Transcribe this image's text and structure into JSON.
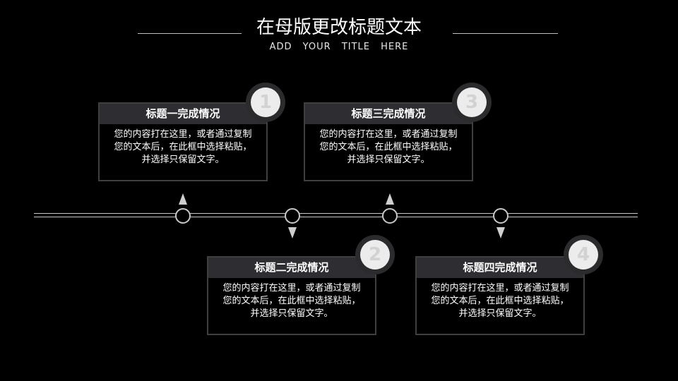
{
  "header": {
    "title": "在母版更改标题文本",
    "subtitle": "ADD YOUR TITLE HERE"
  },
  "cards": [
    {
      "title": "标题一完成情况",
      "number": "1",
      "body": [
        "您的内容打在这里，或者通过复制",
        "您的文本后，在此框中选择粘贴，",
        "并选择只保留文字。"
      ]
    },
    {
      "title": "标题二完成情况",
      "number": "2",
      "body": [
        "您的内容打在这里，或者通过复制",
        "您的文本后，在此框中选择粘贴，",
        "并选择只保留文字。"
      ]
    },
    {
      "title": "标题三完成情况",
      "number": "3",
      "body": [
        "您的内容打在这里，或者通过复制",
        "您的文本后，在此框中选择粘贴，",
        "并选择只保留文字。"
      ]
    },
    {
      "title": "标题四完成情况",
      "number": "4",
      "body": [
        "您的内容打在这里，或者通过复制",
        "您的文本后，在此框中选择粘贴，",
        "并选择只保留文字。"
      ]
    }
  ],
  "colors": {
    "background": "#000000",
    "card_header": "#2e2d31",
    "card_border": "#3f3f3f",
    "badge_ring": "#2b2b2e",
    "badge_fill": "#ececec",
    "timeline": "#c8c8c8"
  }
}
